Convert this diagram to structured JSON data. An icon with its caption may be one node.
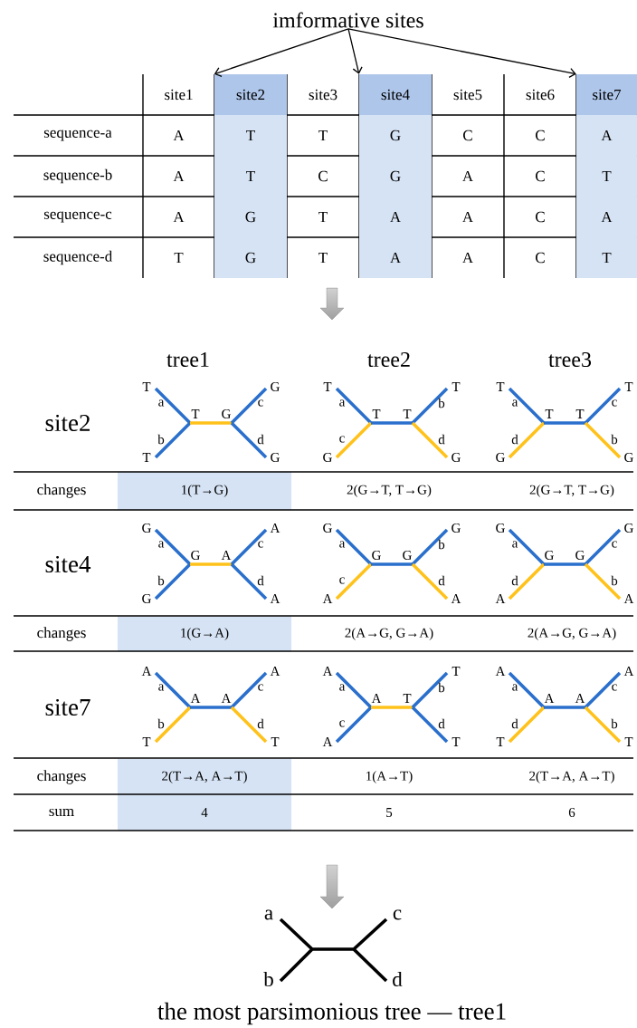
{
  "diagram": {
    "nodes": [
      {
        "text": [
          "imformative sites"
        ]
      },
      {
        "text": [
          "site1"
        ]
      },
      {
        "text": [
          "site2"
        ]
      },
      {
        "text": [
          "site3"
        ]
      },
      {
        "text": [
          "site4"
        ]
      },
      {
        "text": [
          "site5"
        ]
      },
      {
        "text": [
          "site6"
        ]
      },
      {
        "text": [
          "site7"
        ]
      }
    ],
    "edges": [
      {
        "from": 0,
        "to": 2,
        "arrow": "to"
      },
      {
        "from": 0,
        "to": 4,
        "arrow": "to"
      },
      {
        "from": 0,
        "to": 7,
        "arrow": "to"
      }
    ],
    "labels": [
      "sequence-a",
      "A",
      "T",
      "T",
      "G",
      "C",
      "C",
      "A",
      "sequence-b",
      "A",
      "T",
      "C",
      "G",
      "A",
      "C",
      "T",
      "sequence-c",
      "A",
      "G",
      "T",
      "A",
      "A",
      "C",
      "A",
      "sequence-d",
      "T",
      "G",
      "T",
      "A",
      "A",
      "C",
      "T",
      "tree1",
      "tree2",
      "tree3",
      "site2",
      "T",
      "a",
      "T",
      "G",
      "c",
      "G",
      "b",
      "T",
      "d",
      "G",
      "T",
      "a",
      "T",
      "T",
      "b",
      "T",
      "c",
      "G",
      "d",
      "G",
      "T",
      "a",
      "T",
      "T",
      "c",
      "T",
      "d",
      "G",
      "b",
      "G",
      "changes",
      "1(T→G)",
      "2(G→T, T→G)",
      "2(G→T, T→G)",
      "site4",
      "G",
      "a",
      "G",
      "A",
      "c",
      "A",
      "b",
      "G",
      "d",
      "A",
      "G",
      "a",
      "G",
      "G",
      "b",
      "G",
      "c",
      "A",
      "d",
      "A",
      "G",
      "a",
      "G",
      "G",
      "c",
      "G",
      "d",
      "A",
      "b",
      "A",
      "changes",
      "1(G→A)",
      "2(A→G, G→A)",
      "2(A→G, G→A)",
      "site7",
      "A",
      "a",
      "A",
      "A",
      "c",
      "A",
      "b",
      "T",
      "d",
      "T",
      "A",
      "a",
      "A",
      "T",
      "b",
      "T",
      "c",
      "A",
      "d",
      "T",
      "A",
      "a",
      "A",
      "A",
      "c",
      "A",
      "d",
      "T",
      "b",
      "T",
      "changes",
      "2(T→A, A→T)",
      "1(A→T)",
      "2(T→A, A→T)",
      "sum",
      "4",
      "5",
      "6",
      "a",
      "c",
      "b",
      "d"
    ],
    "caption": "the most parsimonious tree — tree1"
  }
}
